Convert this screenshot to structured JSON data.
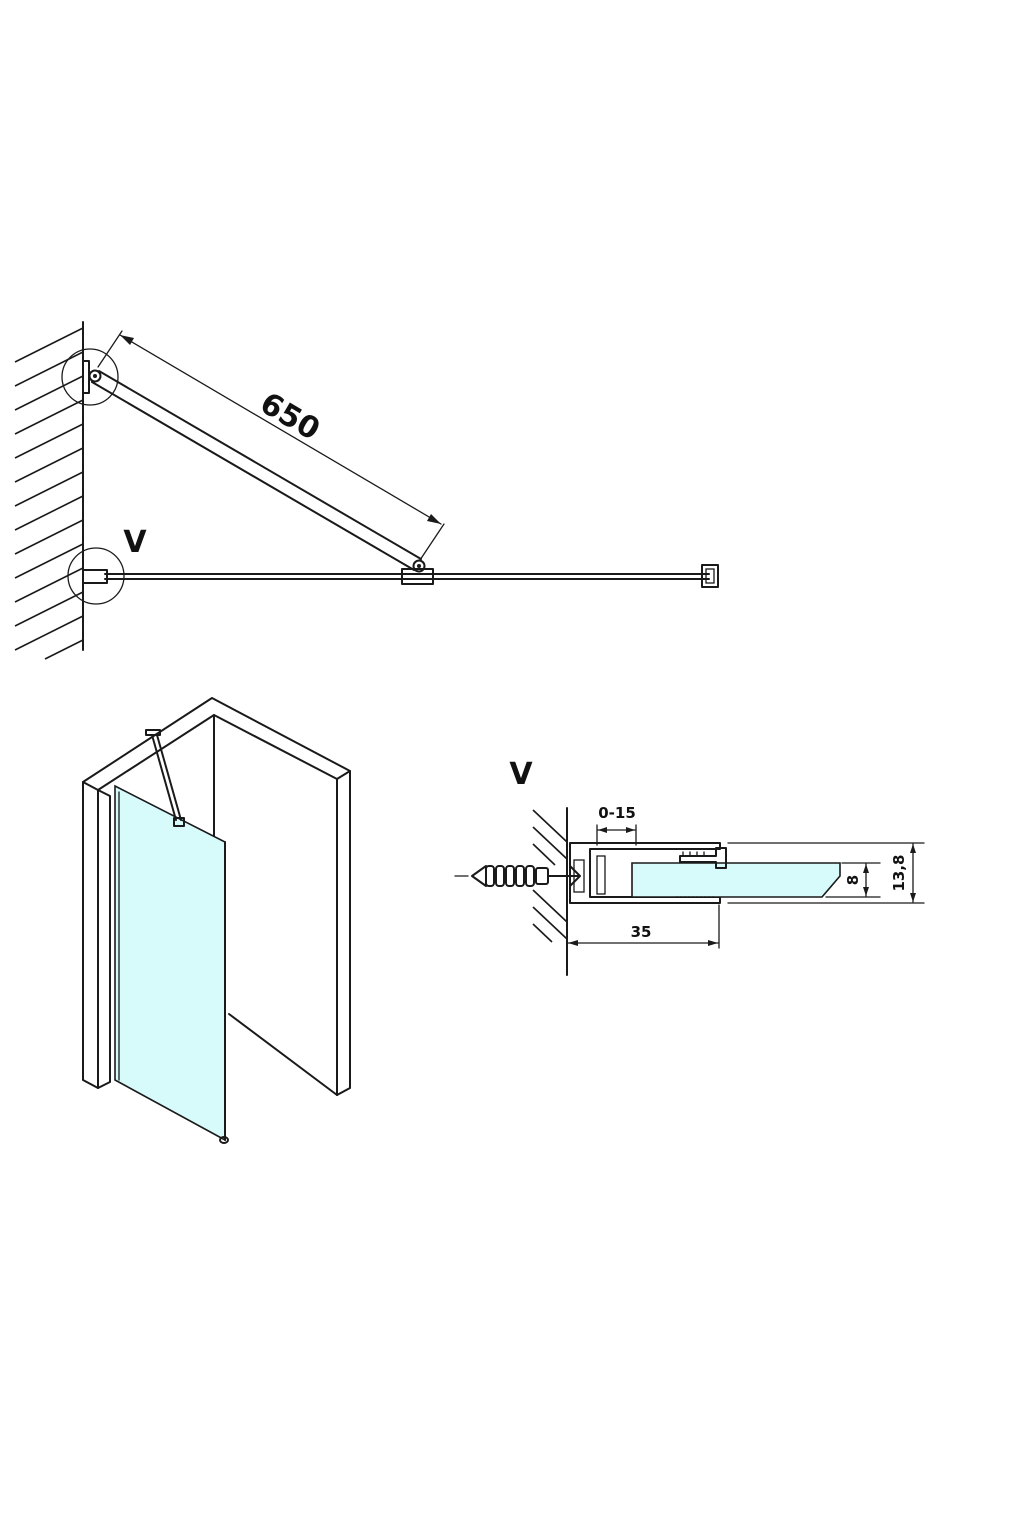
{
  "plan_view": {
    "length_label": "650",
    "detail_marker": "V"
  },
  "detail_view": {
    "marker": "V",
    "gap_label": "0-15",
    "depth_label": "35",
    "glass_label": "8",
    "height_label": "13,8"
  },
  "colors": {
    "line": "#1a1a1a",
    "glass": "#d7fbfb",
    "background": "#ffffff"
  }
}
